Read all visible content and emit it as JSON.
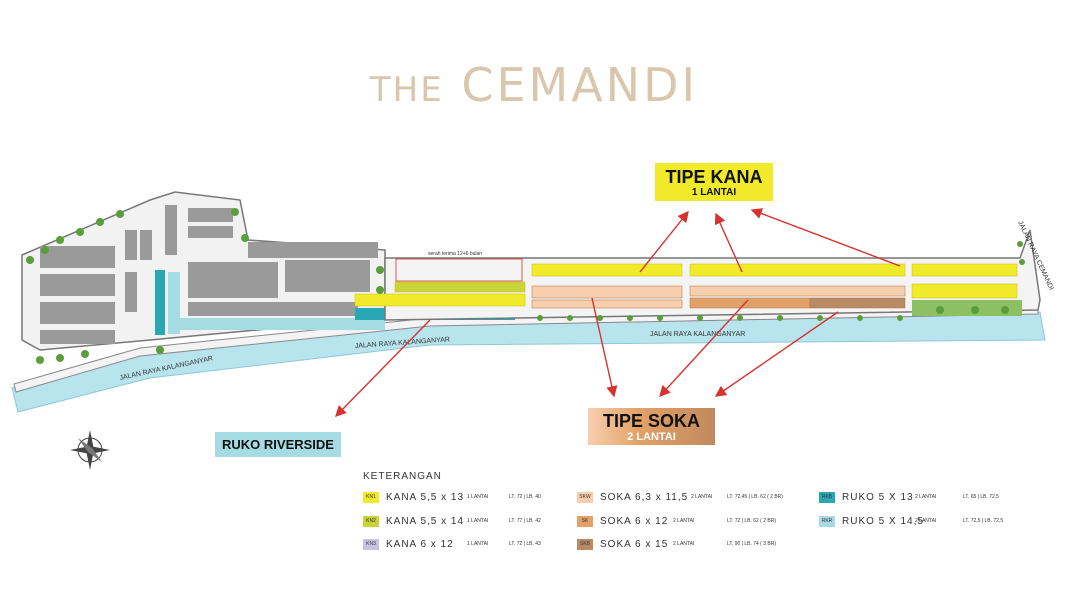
{
  "title": {
    "prefix": "THE",
    "main": "CEMANDI"
  },
  "callouts": {
    "kana": {
      "title": "TIPE KANA",
      "sub": "1 LANTAI"
    },
    "soka": {
      "title": "TIPE SOKA",
      "sub": "2 LANTAI"
    },
    "ruko": {
      "title": "RUKO RIVERSIDE"
    }
  },
  "map": {
    "road_left": "JALAN RAYA KALANGANYAR",
    "road_mid": "JALAN RAYA KALANGANYAR",
    "road_right": "JALAN RAYA KALANGANYAR",
    "road_cemandi": "JALAN RAYA CEMANDI",
    "note": "serah terima 12+6 bulan"
  },
  "legend": {
    "title": "KETERANGAN",
    "items": [
      {
        "code": "KN1",
        "name": "KANA 5,5 x 13",
        "floors": "1 LANTAI",
        "spec": "LT. 72 | LB. 40",
        "color": "#f1ea2a"
      },
      {
        "code": "KN2",
        "name": "KANA 5,5 x 14",
        "floors": "1 LANTAI",
        "spec": "LT. 77 | LB. 42",
        "color": "#c9d43a"
      },
      {
        "code": "KN3",
        "name": "KANA 6 x 12",
        "floors": "1 LANTAI",
        "spec": "LT. 72 | LB. 43",
        "color": "#c8c3e0"
      },
      {
        "code": "SKW",
        "name": "SOKA 6,3 x 11,5",
        "floors": "2 LANTAI",
        "spec": "LT. 72,45 | LB. 62 ( 2 BR)",
        "color": "#f7cfae"
      },
      {
        "code": "SK",
        "name": "SOKA 6 x 12",
        "floors": "2 LANTAI",
        "spec": "LT. 72 | LB. 62 ( 2 BR)",
        "color": "#e2a168"
      },
      {
        "code": "SKB",
        "name": "SOKA 6 x 15",
        "floors": "2 LANTAI",
        "spec": "LT. 90 | LB. 74 ( 3 BR)",
        "color": "#b98b63"
      },
      {
        "code": "RKB",
        "name": "RUKO 5 X 13",
        "floors": "2 LANTAI",
        "spec": "LT. 65 | LB. 72,5",
        "color": "#2aa7b5"
      },
      {
        "code": "RKR",
        "name": "RUKO 5 X 14,5",
        "floors": "2 LANTAI",
        "spec": "LT. 72,5 | LB. 72,5",
        "color": "#a7dbe3"
      }
    ]
  },
  "colors": {
    "water": "#b8e4ee",
    "tree": "#5a9e3a",
    "grey_block": "#9a9a9a",
    "arrow": "#d7322e"
  }
}
